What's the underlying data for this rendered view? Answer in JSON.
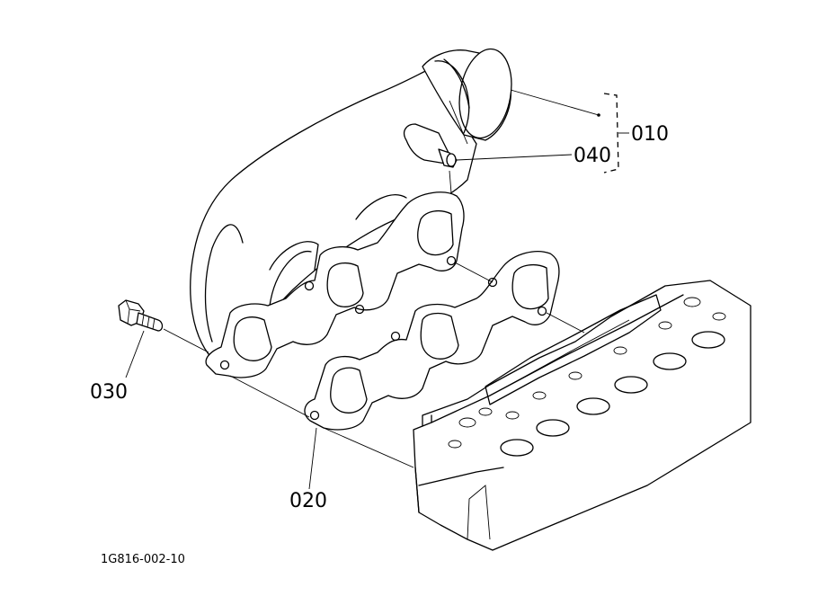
{
  "callouts": {
    "manifold": "010",
    "gasket": "020",
    "bolt": "030",
    "pipe": "040"
  },
  "figure_code": "1G816-002-10"
}
